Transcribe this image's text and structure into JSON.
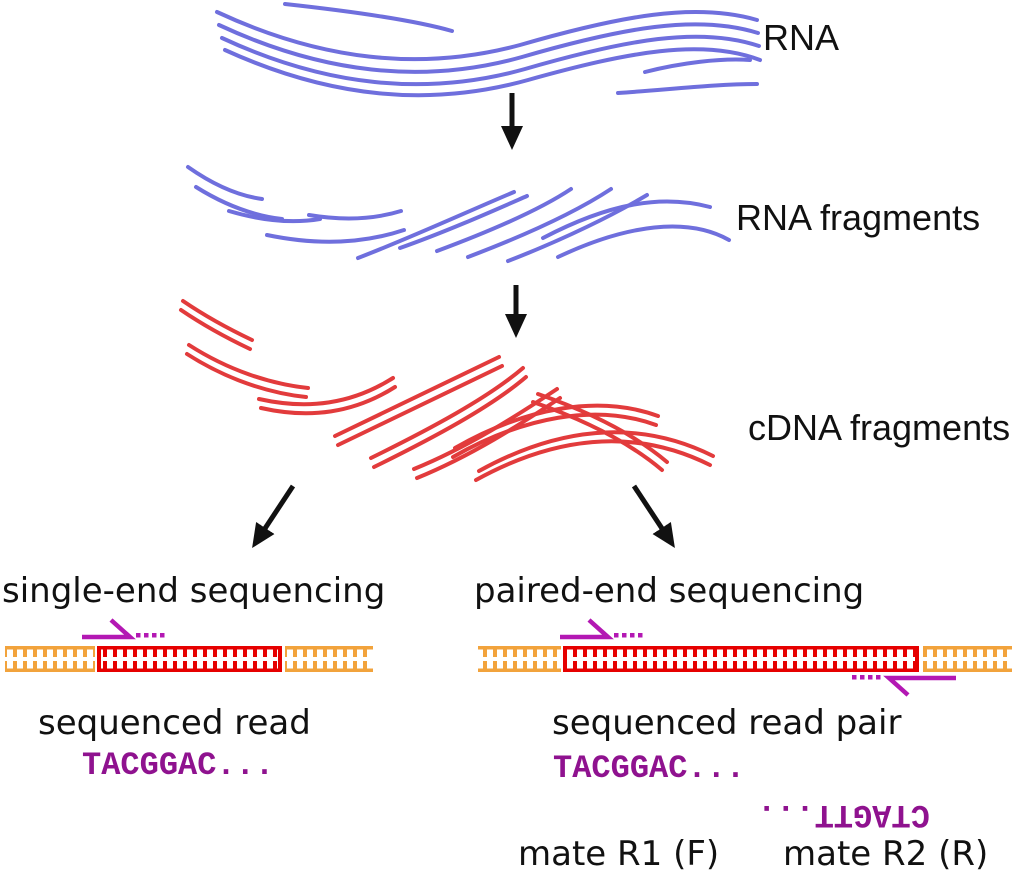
{
  "diagram": {
    "stages": {
      "rna_label": "RNA",
      "rna_fragments_label": "RNA fragments",
      "cdna_fragments_label": "cDNA fragments"
    },
    "single_end": {
      "title": "single-end sequencing",
      "read_caption": "sequenced read",
      "read_sequence": "TACGGAC..."
    },
    "paired_end": {
      "title": "paired-end sequencing",
      "read_caption": "sequenced read pair",
      "read1_sequence": "TACGGAC...",
      "read2_sequence": "CTAGTT...",
      "mate1_label": "mate R1 (F)",
      "mate2_label": "mate R2 (R)"
    },
    "colors": {
      "rna_strand_blue": "#6f6fdd",
      "cdna_strand_red": "#e23b3c",
      "ladder_orange": "#f2a33c",
      "ladder_red": "#e60000",
      "primer_magenta": "#b318b3",
      "sequence_purple": "#8f128f",
      "arrow_black": "#111111"
    }
  }
}
